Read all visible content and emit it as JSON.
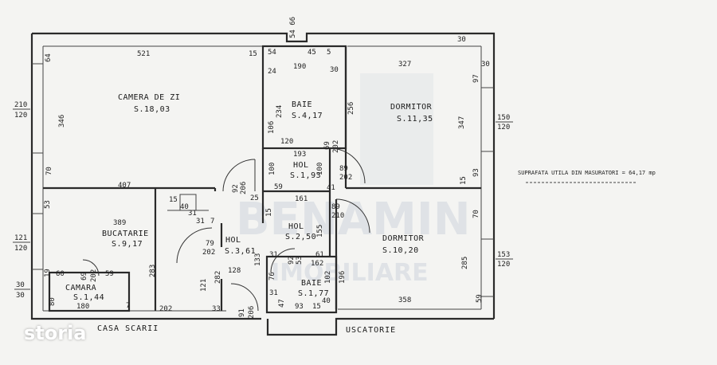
{
  "rooms": [
    {
      "name": "CAMERA DE ZI",
      "area": "S.18,03"
    },
    {
      "name": "BAIE",
      "area": "S.4,17"
    },
    {
      "name": "DORMITOR",
      "area": "S.11,35"
    },
    {
      "name": "HOL",
      "area": "S.1,93"
    },
    {
      "name": "BUCATARIE",
      "area": "S.9,17"
    },
    {
      "name": "HOL",
      "area": "S.3,61"
    },
    {
      "name": "HOL",
      "area": "S.2,50"
    },
    {
      "name": "DORMITOR",
      "area": "S.10,20"
    },
    {
      "name": "CAMARA",
      "area": "S.1,44"
    },
    {
      "name": "BAIE",
      "area": "S.1,77"
    }
  ],
  "outside_labels": {
    "staircase": "CASA SCARII",
    "drying": "USCATORIE"
  },
  "note": "SUPRAFATA UTILA DIN MASURATORI = 64,17 mp",
  "watermark": {
    "line1": "BENAMIN",
    "line2": "IMOBILIARE"
  },
  "brand": "storia",
  "dims": {
    "top_right_stack": "54 66",
    "d521": "521",
    "d15a": "15",
    "d54": "54",
    "d45": "45",
    "d5": "5",
    "d30a": "30",
    "d190": "190",
    "d30b": "30",
    "d327": "327",
    "d30c": "30",
    "d64": "64",
    "d24": "24",
    "d97": "97",
    "d210": "210",
    "d120a": "120",
    "d346": "346",
    "d234": "234",
    "d106": "106",
    "d256": "256",
    "d347": "347",
    "d150": "150",
    "d120b": "120",
    "d120c": "120",
    "d69": "69",
    "d202a": "202",
    "d193": "193",
    "d70a": "70",
    "d100a": "100",
    "d100b": "100",
    "d89a": "89",
    "d202b": "202",
    "d93": "93",
    "d15b": "15",
    "d407": "407",
    "d92": "92",
    "d206a": "206",
    "d25": "25",
    "d59": "59",
    "d161": "161",
    "d41": "41",
    "d89b": "89",
    "d210b": "210",
    "d15c": "15",
    "d40": "40",
    "d31a": "31",
    "d53": "53",
    "d7": "7",
    "d389": "389",
    "d31b": "31",
    "d15d": "15",
    "d70b": "70",
    "d121": "121",
    "d120d": "120",
    "d79": "79",
    "d202c": "202",
    "d155": "155",
    "d285": "285",
    "d153": "153",
    "d120e": "120",
    "d19": "19",
    "d60": "60",
    "d59b": "59",
    "d283": "283",
    "d128": "128",
    "d133": "133",
    "d31c": "31",
    "d92b": "92",
    "d53b": "53",
    "d61": "61",
    "d162": "162",
    "d69b": "69",
    "d202d": "202",
    "d121b": "121",
    "d282": "282",
    "d76": "76",
    "d196": "196",
    "d102": "102",
    "d30d": "30",
    "d30e": "30",
    "d80": "80",
    "d7b": "7",
    "d31d": "31",
    "d180": "180",
    "d202e": "202",
    "d33": "33",
    "d91": "91",
    "d206b": "206",
    "d47": "47",
    "d93b": "93",
    "d15e": "15",
    "d40b": "40",
    "d358": "358",
    "d59c": "59"
  }
}
